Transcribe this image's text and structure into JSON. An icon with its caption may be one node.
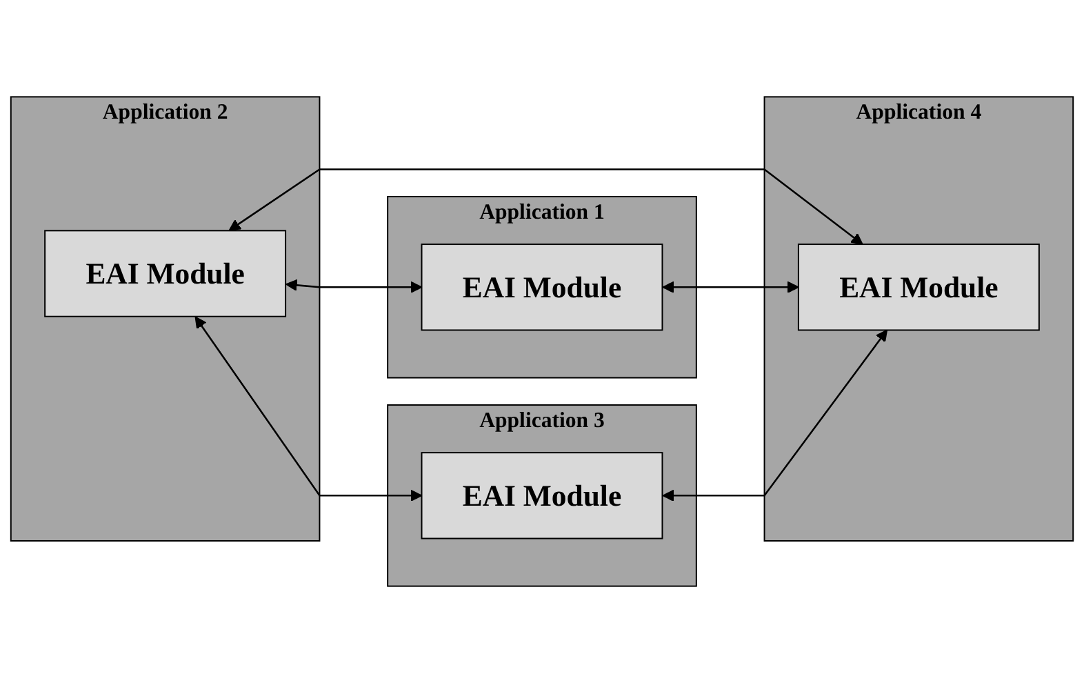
{
  "diagram": {
    "nodes": [
      {
        "text": [
          "Application 2"
        ]
      },
      {
        "text": [
          "EAI Module"
        ],
        "in": 0
      },
      {
        "text": [
          "Application 1"
        ]
      },
      {
        "text": [
          "EAI Module"
        ],
        "in": 2
      },
      {
        "text": [
          "Application 3"
        ]
      },
      {
        "text": [
          "EAI Module"
        ],
        "in": 4
      },
      {
        "text": [
          "Application 4"
        ]
      },
      {
        "text": [
          "EAI Module"
        ],
        "in": 6
      }
    ],
    "edges": [
      {
        "from": 1,
        "to": 3,
        "arrow": "both"
      },
      {
        "from": 1,
        "to": 5,
        "arrow": "both"
      },
      {
        "from": 1,
        "to": 7,
        "arrow": "both"
      },
      {
        "from": 3,
        "to": 7,
        "arrow": "both"
      },
      {
        "from": 5,
        "to": 7,
        "arrow": "both"
      }
    ]
  }
}
